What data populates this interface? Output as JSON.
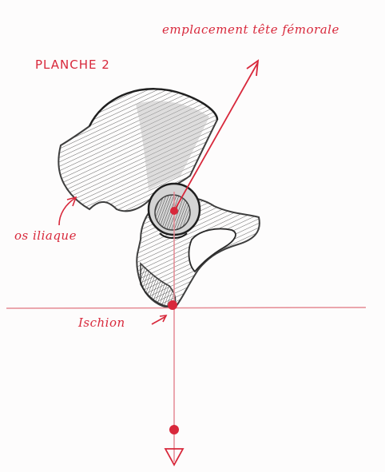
{
  "diagram": {
    "plate_title": "PLANCHE 2",
    "labels": {
      "femoral_head_location": "emplacement tête fémorale",
      "iliac_bone": "os iliaque",
      "ischium": "Ischion"
    },
    "colors": {
      "annotation": "#d8283b",
      "axis_line": "#e58a93",
      "bone_ink": "#2a2a2a",
      "bone_shade": "#8c8c8c",
      "paper": "#fdfcfc"
    }
  }
}
